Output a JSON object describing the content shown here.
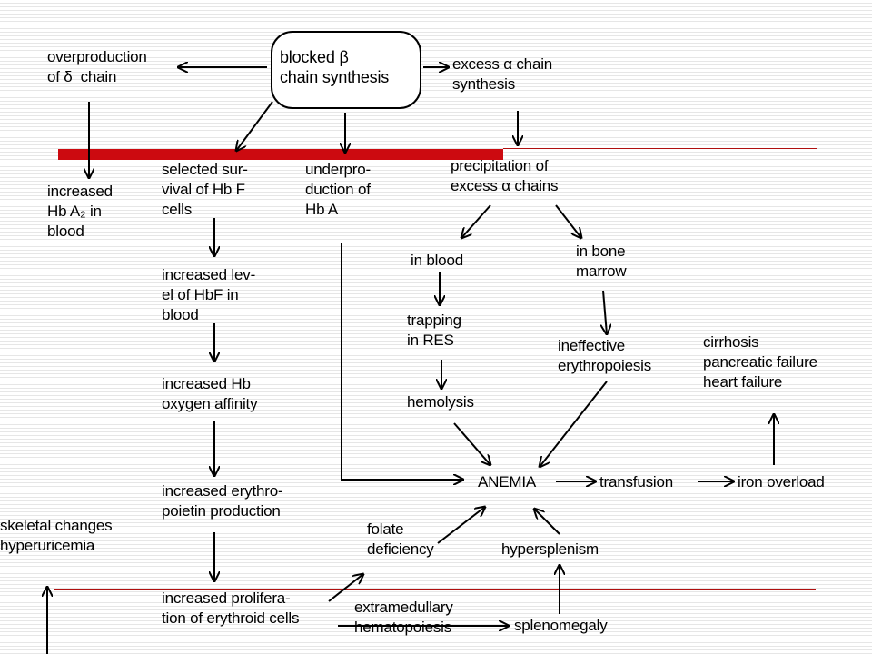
{
  "diagram": {
    "top_box": "blocked β\nchain synthesis",
    "delta_overproduction": "overproduction\nof δ  chain",
    "alpha_excess": "excess α chain\nsynthesis",
    "hba2": "increased\nHb A₂ in\nblood",
    "hbf_survival": "selected sur-\nvival of Hb F\ncells",
    "hba_under": "underpro-\nduction of\nHb A",
    "precipitation": "precipitation of\nexcess α chains",
    "in_blood": "in blood",
    "in_bone_marrow": "in bone\nmarrow",
    "hbf_level": "increased lev-\nel of HbF in\nblood",
    "trapping": "trapping\nin RES",
    "ineffective": "ineffective\nerythropoiesis",
    "complications": "cirrhosis\npancreatic failure\nheart failure",
    "hb_affinity": "increased Hb\noxygen affinity",
    "hemolysis": "hemolysis",
    "anemia": "ANEMIA",
    "transfusion": "transfusion",
    "iron_overload": "iron overload",
    "erythropoietin": "increased erythro-\npoietin production",
    "skeletal": "skeletal changes\nhyperuricemia",
    "folate": "folate\ndeficiency",
    "hypersplenism": "hypersplenism",
    "proliferation": "increased prolifera-\ntion of erythroid cells",
    "extramedullary": "extramedullary\nhematopoiesis",
    "splenomegaly": "splenomegaly"
  }
}
